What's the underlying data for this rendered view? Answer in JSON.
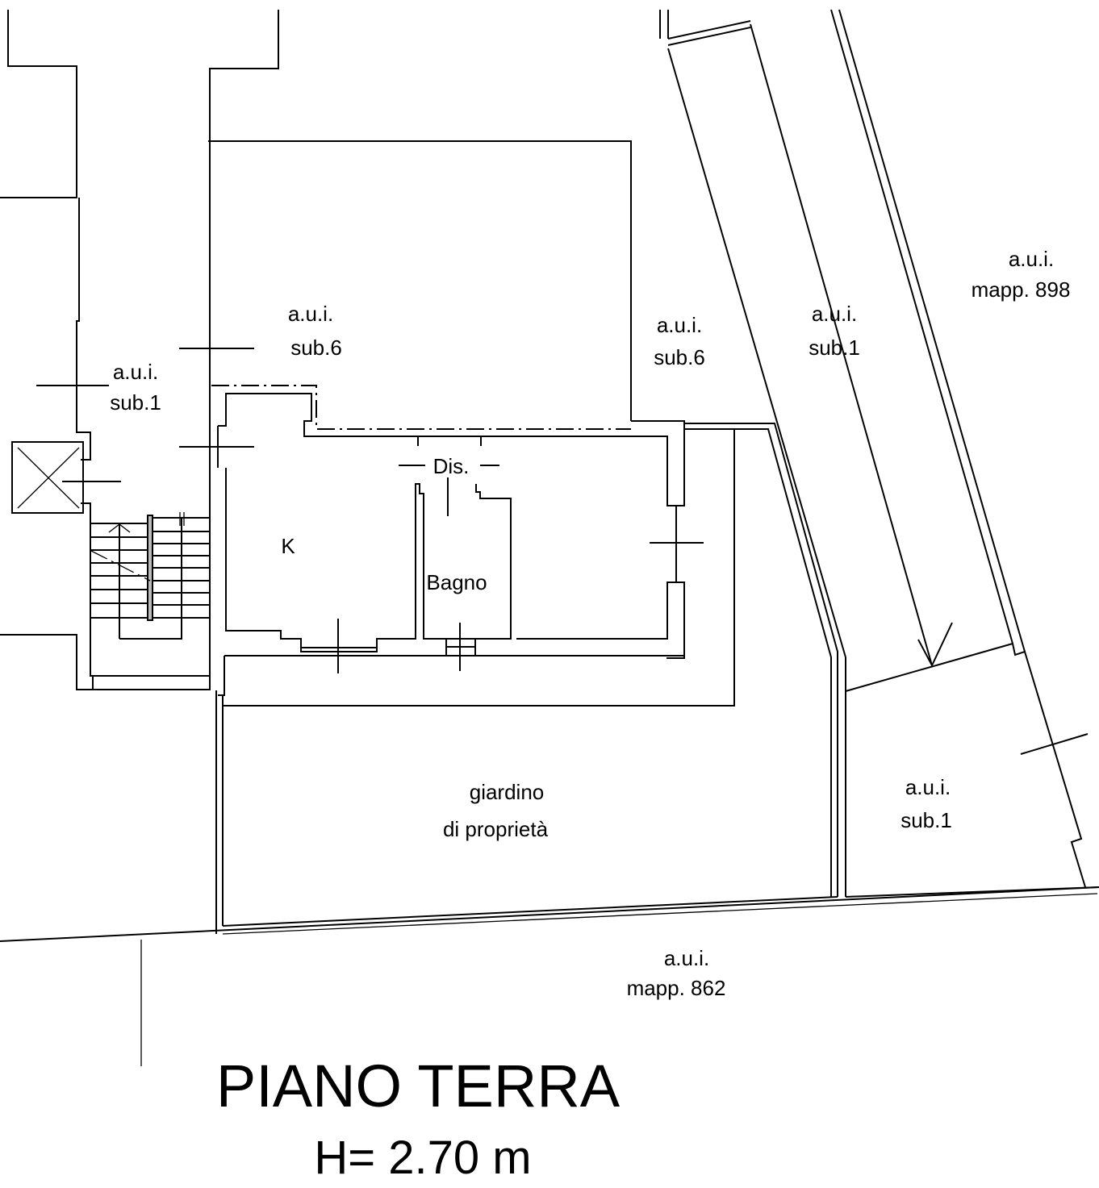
{
  "labels": {
    "sub6_left": [
      "a.u.i.",
      "sub.6"
    ],
    "sub6_right": [
      "a.u.i.",
      "sub.6"
    ],
    "sub1_left": [
      "a.u.i.",
      "sub.1"
    ],
    "sub1_mid": [
      "a.u.i.",
      "sub.1"
    ],
    "sub1_low": [
      "a.u.i.",
      "sub.1"
    ],
    "mapp898": [
      "a.u.i.",
      "mapp. 898"
    ],
    "mapp862": [
      "a.u.i.",
      "mapp. 862"
    ],
    "garden": [
      "giardino",
      "di proprietà"
    ],
    "kitchen": "K",
    "corridor": "Dis.",
    "bathroom": "Bagno"
  },
  "title": "PIANO TERRA",
  "height_note": "H= 2.70 m"
}
